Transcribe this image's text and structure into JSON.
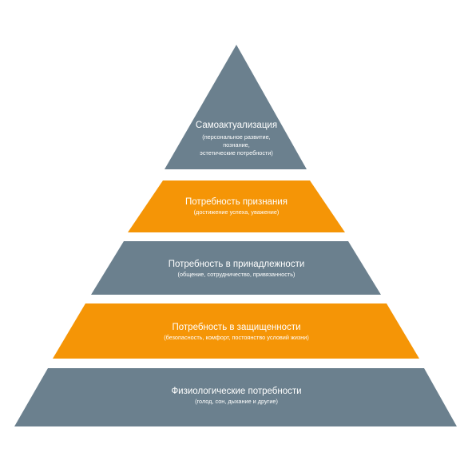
{
  "colors": {
    "gray": "#6b808e",
    "orange": "#f59506",
    "text": "#ffffff",
    "background": "#ffffff"
  },
  "levels": [
    {
      "id": "self-actualization",
      "title": "Самоактуализация",
      "subtitle_lines": [
        "(персональное развитие,",
        "познание,",
        "эстетические потребности)"
      ],
      "color": "#6b808e"
    },
    {
      "id": "recognition",
      "title": "Потребность признания",
      "subtitle_lines": [
        "(достижение успеха, уважение)"
      ],
      "color": "#f59506"
    },
    {
      "id": "belonging",
      "title": "Потребность в принадлежности",
      "subtitle_lines": [
        "(общение, сотрудничество, привязанность)"
      ],
      "color": "#6b808e"
    },
    {
      "id": "safety",
      "title": "Потребность в защищенности",
      "subtitle_lines": [
        "(безопасность, комфорт, постоянство условий жизни)"
      ],
      "color": "#f59506"
    },
    {
      "id": "physiological",
      "title": "Физиологические потребности",
      "subtitle_lines": [
        "(голод, сон, дыхание и другие)"
      ],
      "color": "#6b808e"
    }
  ]
}
